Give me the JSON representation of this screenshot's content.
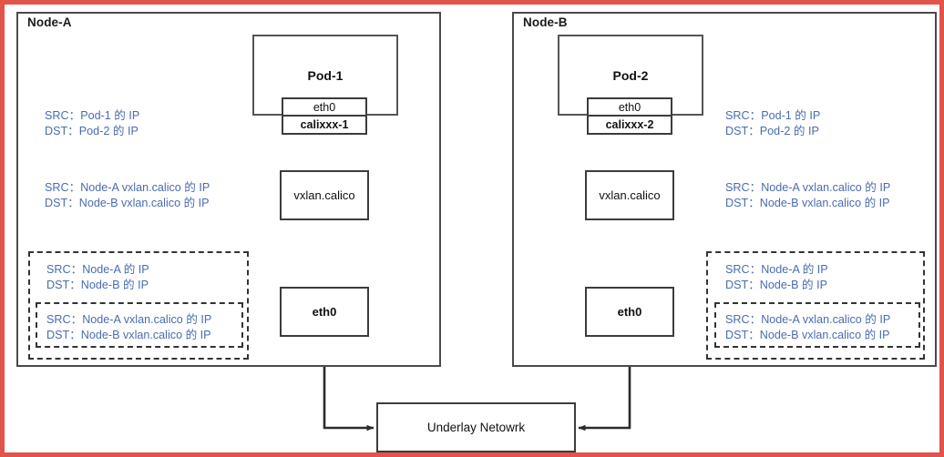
{
  "diagram": {
    "title_note": "Calico VXLAN cross-node packet flow",
    "accent_border_color": "#e2534a",
    "text_blue": "#4a6cb0",
    "box_border": "#3c3c3c"
  },
  "nodes": [
    {
      "id": "node-a",
      "label": "Node-A"
    },
    {
      "id": "node-b",
      "label": "Node-B"
    }
  ],
  "node_a": {
    "label": "Node-A",
    "pod": {
      "label": "Pod-1",
      "eth": "eth0",
      "cali": "calixxx-1"
    },
    "vxlan": "vxlan.calico",
    "eth": "eth0",
    "annotations": [
      {
        "id": "a-pod-ip",
        "rows": [
          {
            "key": "SRC：",
            "value": "Pod-1 的 IP"
          },
          {
            "key": "DST：",
            "value": "Pod-2 的 IP"
          }
        ]
      },
      {
        "id": "a-vxlan-ip",
        "rows": [
          {
            "key": "SRC：",
            "value": "Node-A vxlan.calico 的 IP"
          },
          {
            "key": "DST：",
            "value": "Node-B vxlan.calico 的 IP"
          }
        ]
      },
      {
        "id": "a-node-ip",
        "rows": [
          {
            "key": "SRC：",
            "value": "Node-A 的 IP"
          },
          {
            "key": "DST：",
            "value": "Node-B 的 IP"
          }
        ]
      },
      {
        "id": "a-inner-vxlan-ip",
        "rows": [
          {
            "key": "SRC：",
            "value": "Node-A vxlan.calico 的 IP"
          },
          {
            "key": "DST：",
            "value": "Node-B vxlan.calico 的 IP"
          }
        ]
      }
    ]
  },
  "node_b": {
    "label": "Node-B",
    "pod": {
      "label": "Pod-2",
      "eth": "eth0",
      "cali": "calixxx-2"
    },
    "vxlan": "vxlan.calico",
    "eth": "eth0",
    "annotations": [
      {
        "id": "b-pod-ip",
        "rows": [
          {
            "key": "SRC：",
            "value": "Pod-1 的 IP"
          },
          {
            "key": "DST：",
            "value": "Pod-2 的 IP"
          }
        ]
      },
      {
        "id": "b-vxlan-ip",
        "rows": [
          {
            "key": "SRC：",
            "value": "Node-A vxlan.calico 的 IP"
          },
          {
            "key": "DST：",
            "value": "Node-B vxlan.calico 的 IP"
          }
        ]
      },
      {
        "id": "b-node-ip",
        "rows": [
          {
            "key": "SRC：",
            "value": "Node-A 的 IP"
          },
          {
            "key": "DST：",
            "value": "Node-B 的 IP"
          }
        ]
      },
      {
        "id": "b-inner-vxlan-ip",
        "rows": [
          {
            "key": "SRC：",
            "value": "Node-A vxlan.calico 的 IP"
          },
          {
            "key": "DST：",
            "value": "Node-B vxlan.calico 的 IP"
          }
        ]
      }
    ]
  },
  "underlay": {
    "label": "Underlay Netowrk"
  }
}
